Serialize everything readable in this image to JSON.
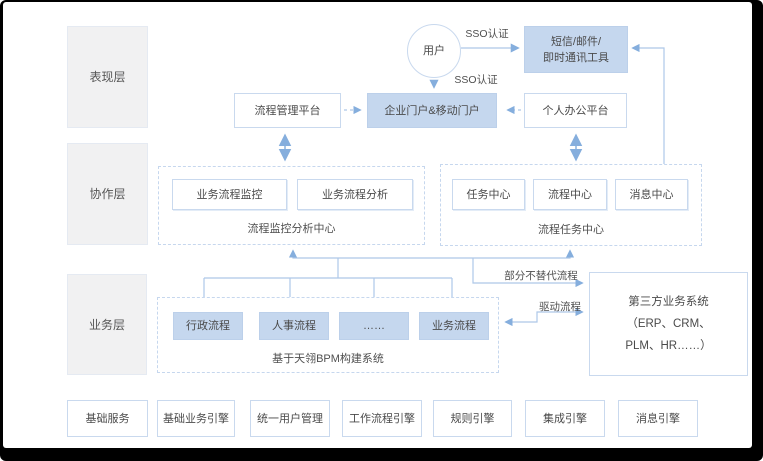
{
  "layers": {
    "presentation": "表现层",
    "collaboration": "协作层",
    "business": "业务层",
    "foundation": "基础服务"
  },
  "presentation": {
    "user": "用户",
    "sso_top": "SSO认证",
    "sso_bottom": "SSO认证",
    "im_tools_line1": "短信/邮件/",
    "im_tools_line2": "即时通讯工具",
    "process_platform": "流程管理平台",
    "portal": "企业门户&移动门户",
    "personal_office": "个人办公平台"
  },
  "collaboration": {
    "monitor": {
      "boxes": [
        "业务流程监控",
        "业务流程分析"
      ],
      "label": "流程监控分析中心"
    },
    "task": {
      "boxes": [
        "任务中心",
        "流程中心",
        "消息中心"
      ],
      "label": "流程任务中心"
    }
  },
  "business": {
    "processes": [
      "行政流程",
      "人事流程",
      "……",
      "业务流程"
    ],
    "bpm_label": "基于天翎BPM构建系统",
    "third_party_line1": "第三方业务系统",
    "third_party_line2": "（ERP、CRM、",
    "third_party_line3": "PLM、HR……）",
    "partial_label": "部分不替代流程",
    "drive_label": "驱动流程"
  },
  "foundation": {
    "engines": [
      "基础业务引擎",
      "统一用户管理",
      "工作流程引擎",
      "规则引擎",
      "集成引擎",
      "消息引擎"
    ]
  },
  "colors": {
    "node_fill_blue": "#c5d7ee",
    "line_blue": "#aec8e8",
    "arrow_blue": "#85aedd",
    "layer_gray": "#f1f1f2",
    "text_gray": "#4a4a4a",
    "frame_black": "#000000"
  }
}
